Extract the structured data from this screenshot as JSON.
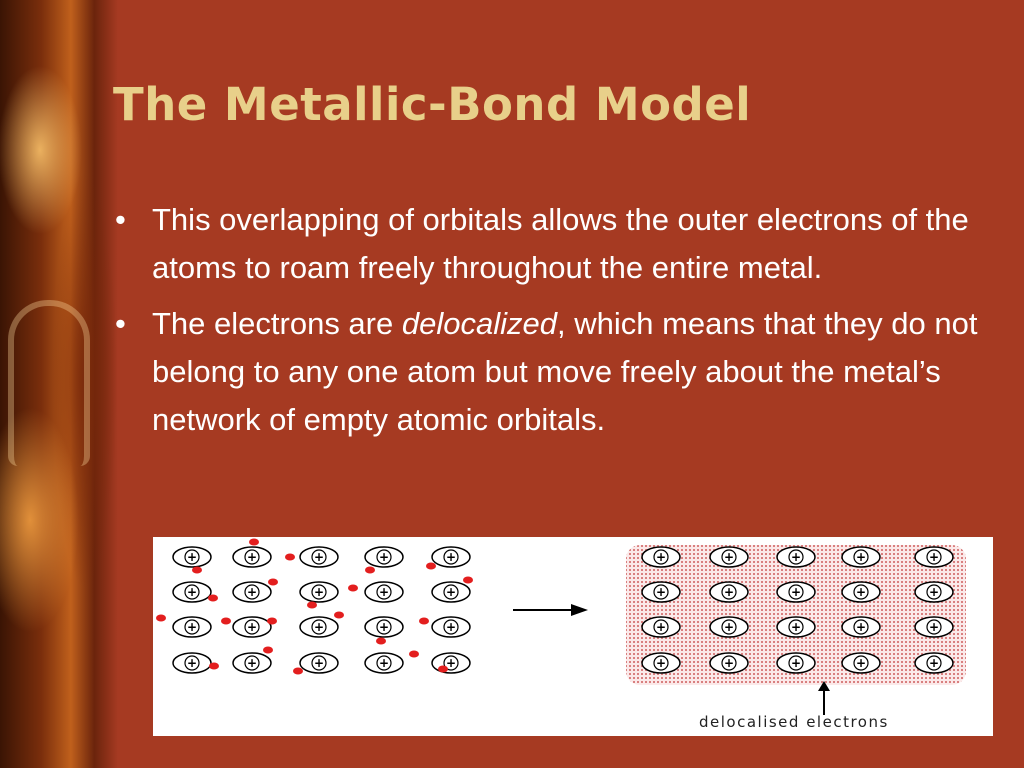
{
  "slide": {
    "title": "The Metallic-Bond Model",
    "bullets": [
      {
        "text_before": "This overlapping of orbitals allows the outer electrons of the atoms to roam freely throughout the entire metal.",
        "emphasis": "",
        "text_after": ""
      },
      {
        "text_before": "The electrons are ",
        "emphasis": "delocalized",
        "text_after": ", which means that they do not belong to any one atom but move freely about the metal’s network of empty atomic orbitals."
      }
    ],
    "bullet_symbol": "•"
  },
  "figure": {
    "caption": "delocalised electrons",
    "ion_symbol": "+",
    "arrow_icon": "right-arrow-icon",
    "pointer_icon": "up-arrow-icon"
  },
  "colors": {
    "background": "#a63a22",
    "title": "#e8d08a",
    "electron": "#e31e1e",
    "sea": "#e8a5a5"
  }
}
